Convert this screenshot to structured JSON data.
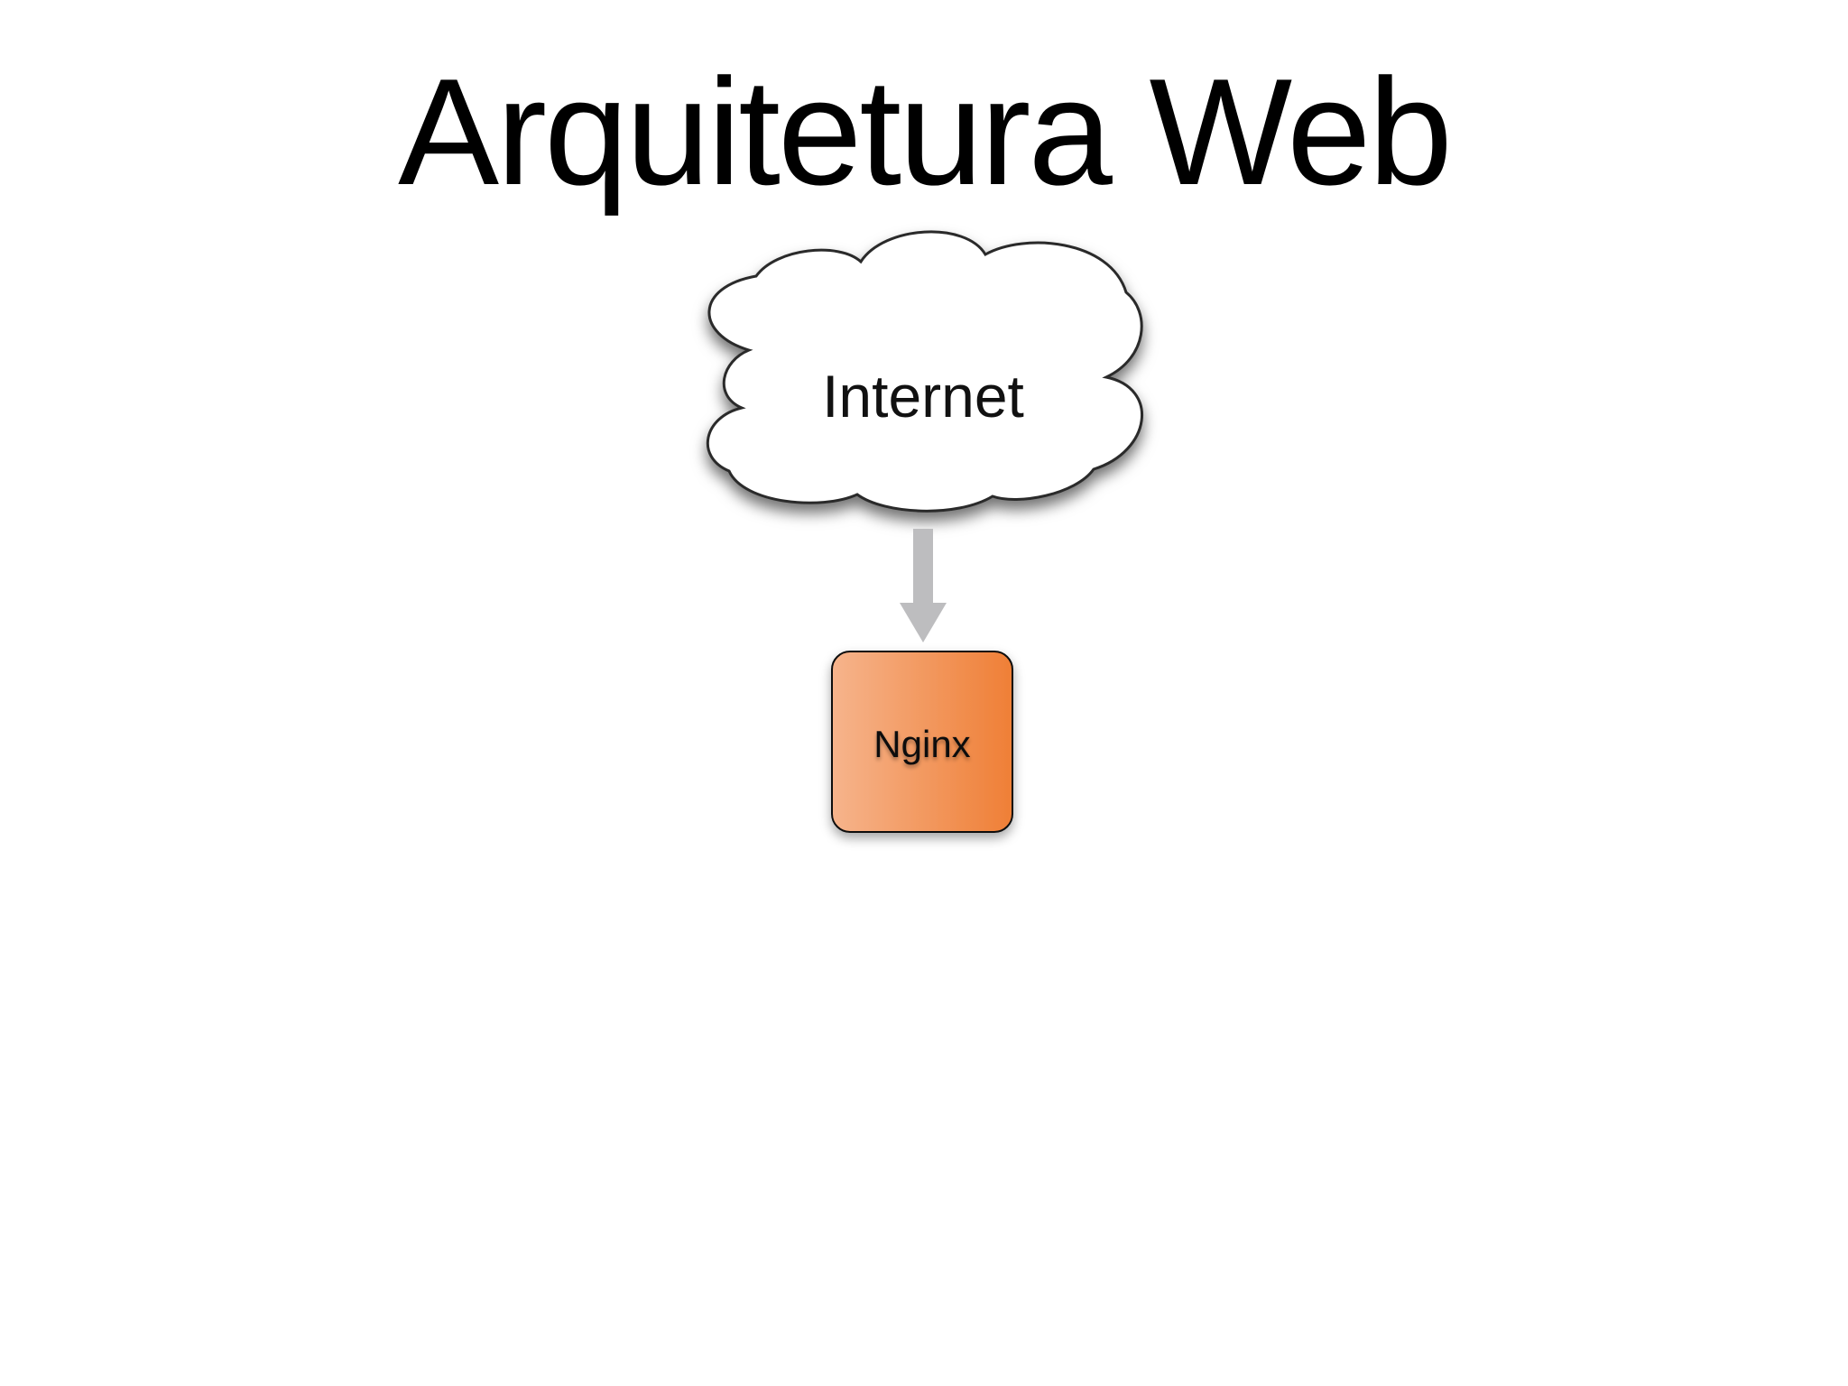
{
  "slide": {
    "title": "Arquitetura Web"
  },
  "diagram": {
    "cloud": {
      "label": "Internet"
    },
    "arrow": {
      "color": "#bdbdbf"
    },
    "server": {
      "label": "Nginx",
      "gradient_start": "#f6b48c",
      "gradient_end": "#ef7f36"
    }
  }
}
